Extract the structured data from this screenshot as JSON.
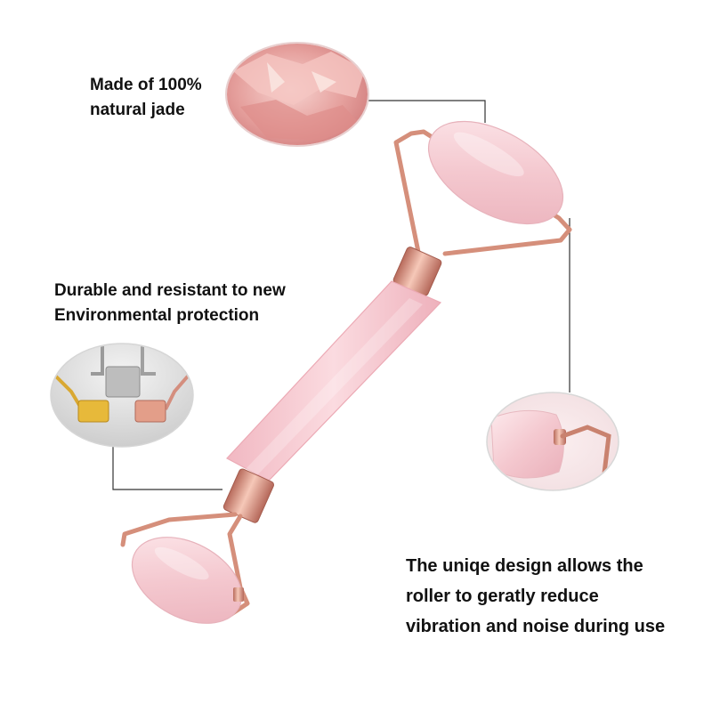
{
  "captions": {
    "jade": {
      "line1": "Made of 100%",
      "line2": "natural jade"
    },
    "durable": {
      "line1": "Durable and resistant to new",
      "line2": "Environmental protection"
    },
    "design": {
      "line1": "The uniqe design allows the",
      "line2": "roller to geratly reduce",
      "line3": "vibration and noise during use"
    }
  },
  "colors": {
    "rose_quartz": "#f3c9cf",
    "rose_gold": "#d9917f",
    "gold": "#e2b43a",
    "chrome": "#b8b8bc",
    "connector_line": "#333333"
  },
  "icons": {
    "jade_closeup": "rose-quartz-stone-detail-icon",
    "metal_closeup": "metal-finish-swatches-icon",
    "design_closeup": "roller-frame-detail-icon",
    "product": "jade-facial-roller-icon"
  }
}
